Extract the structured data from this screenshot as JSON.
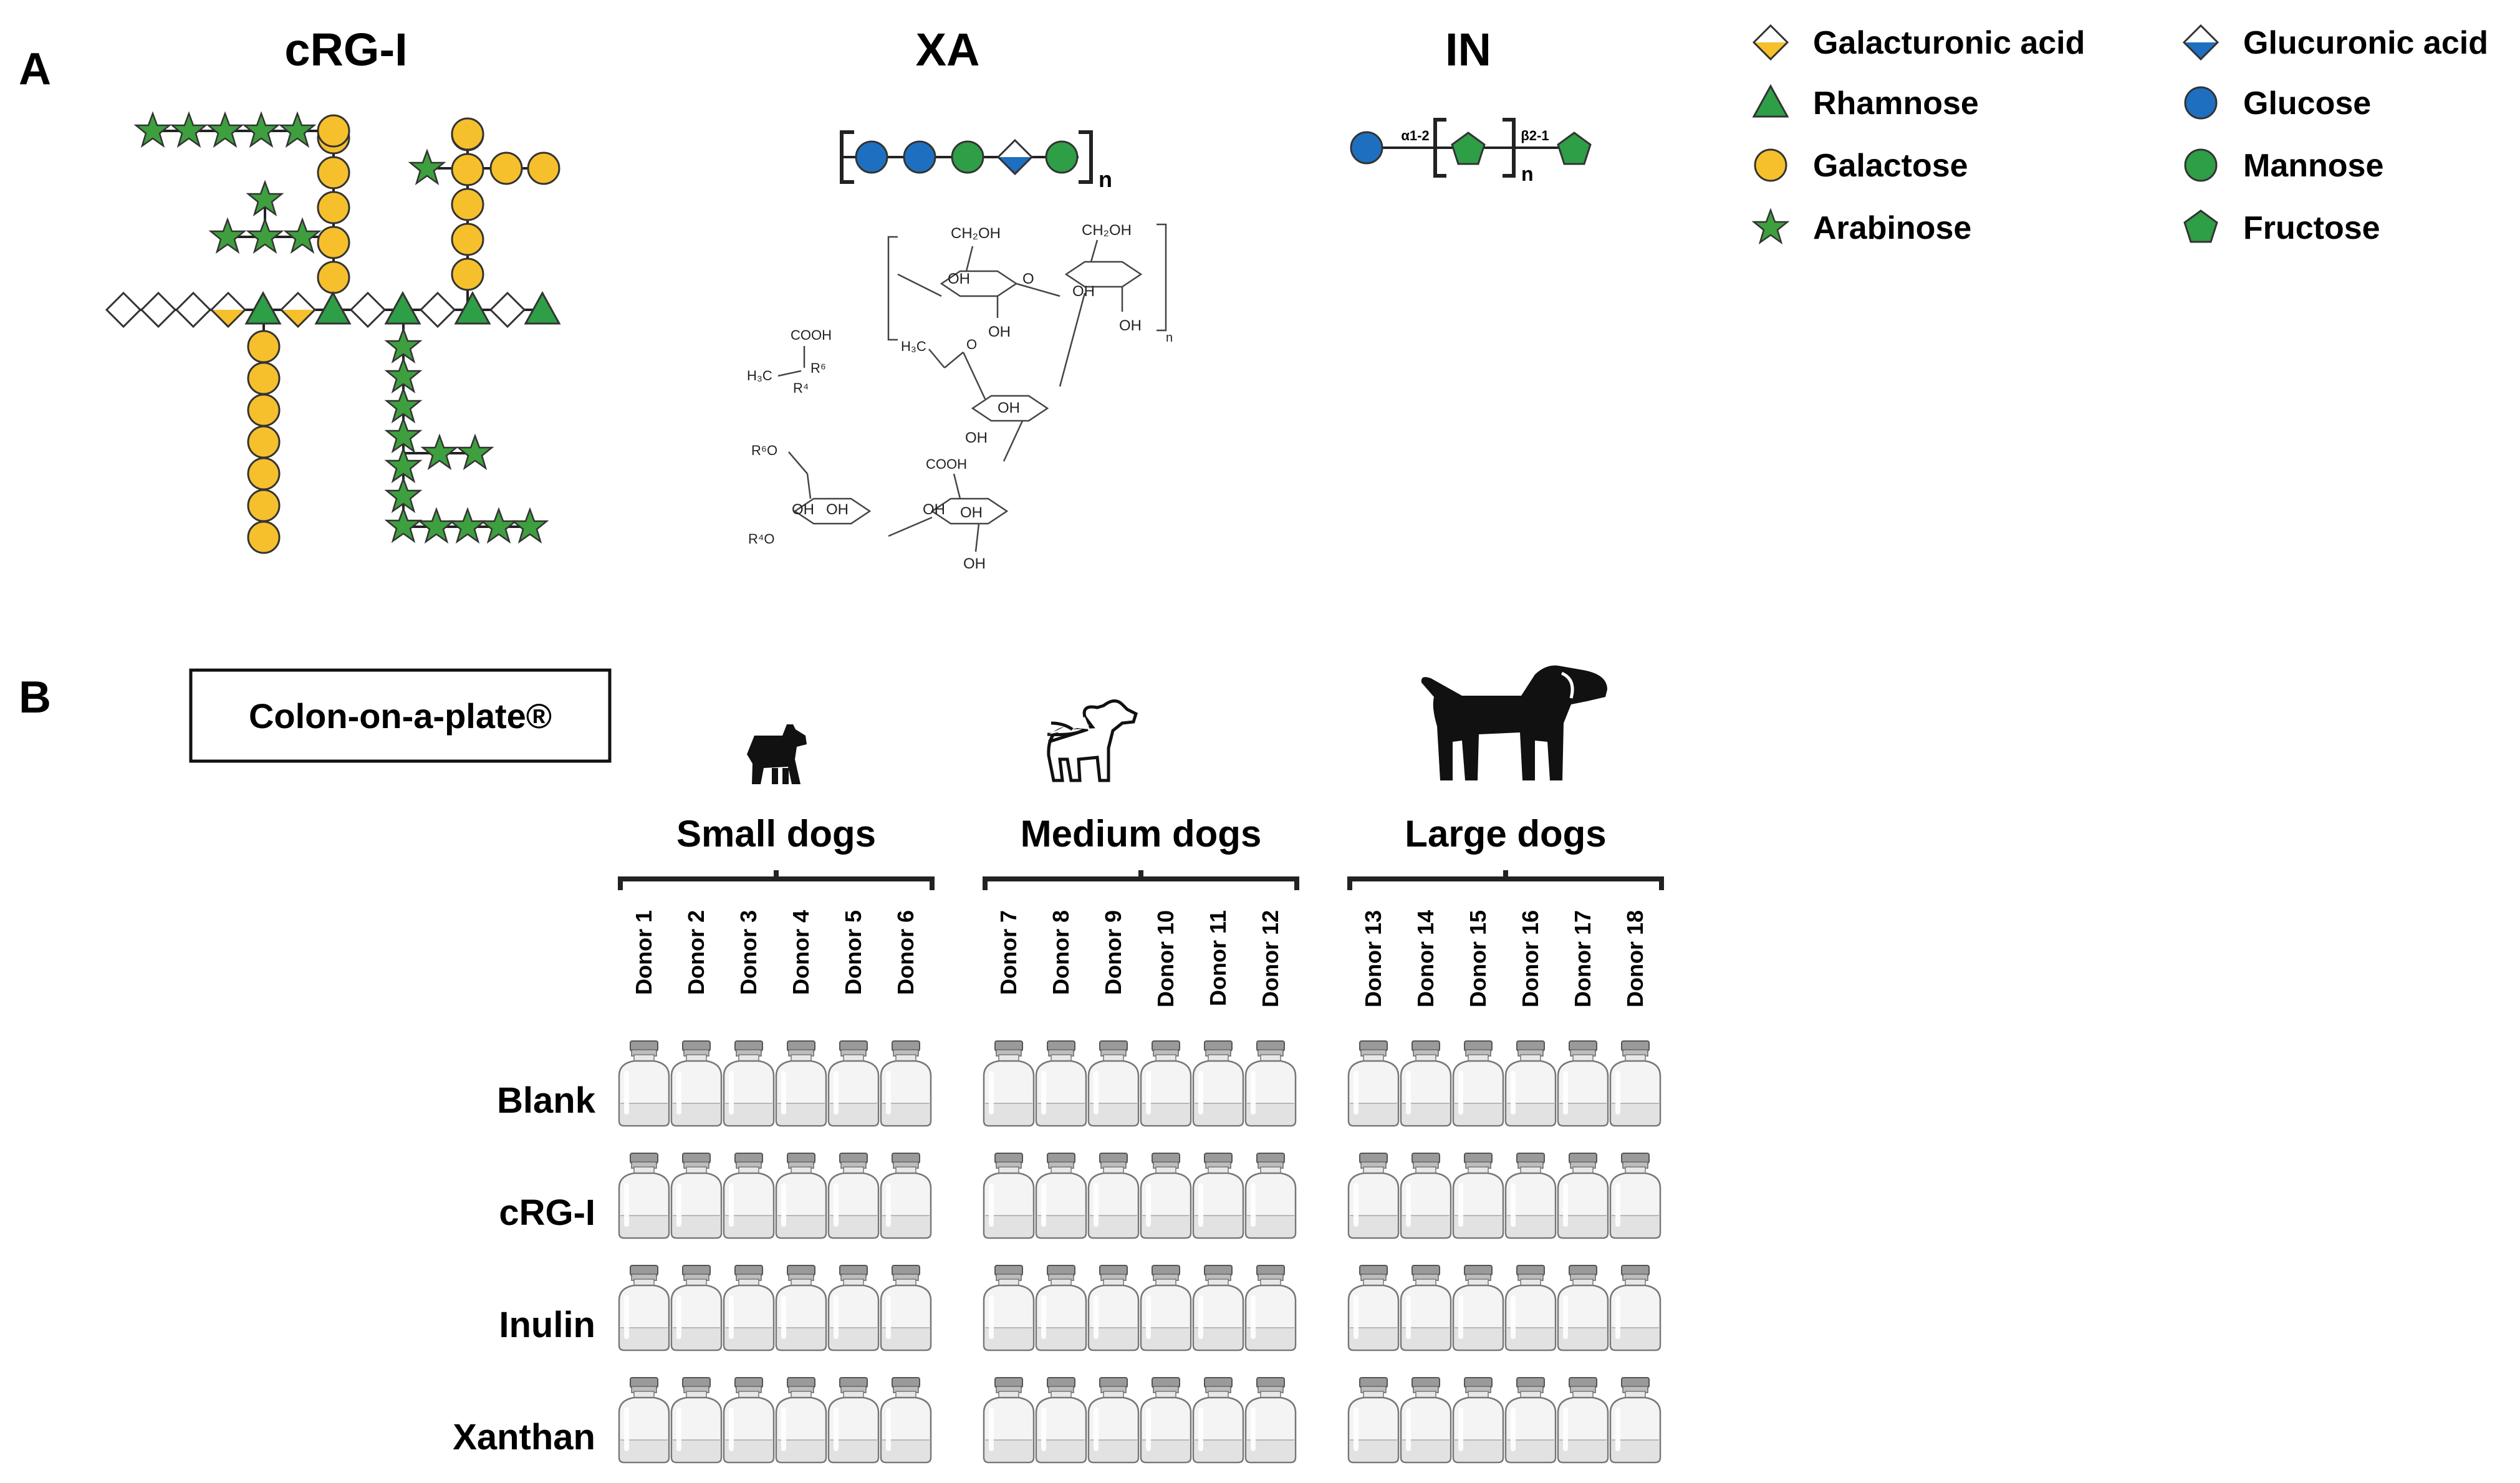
{
  "panels": {
    "a": {
      "letter": "A"
    },
    "b": {
      "letter": "B"
    }
  },
  "structures": {
    "crgi": {
      "title": "cRG-I"
    },
    "xa": {
      "title": "XA",
      "repeat_n": "n"
    },
    "in": {
      "title": "IN",
      "link1": "α1-2",
      "link2": "β2-1",
      "repeat_n": "n"
    }
  },
  "chem_labels": {
    "ch2oh": "CH₂OH",
    "oh": "OH",
    "cooh": "COOH",
    "h3c": "H₃C",
    "r4": "R⁴",
    "r6": "R⁶",
    "r6o": "R⁶O",
    "r4o": "R⁴O",
    "o": "O",
    "n": "n"
  },
  "legend": {
    "items": [
      {
        "label": "Galacturonic acid",
        "symbol": "diamond-yellow-bottom-icon"
      },
      {
        "label": "Glucuronic acid",
        "symbol": "diamond-blue-bottom-icon"
      },
      {
        "label": "Rhamnose",
        "symbol": "triangle-green-icon"
      },
      {
        "label": "Glucose",
        "symbol": "circle-blue-icon"
      },
      {
        "label": "Galactose",
        "symbol": "circle-yellow-icon"
      },
      {
        "label": "Mannose",
        "symbol": "circle-green-icon"
      },
      {
        "label": "Arabinose",
        "symbol": "star-green-icon"
      },
      {
        "label": "Fructose",
        "symbol": "pentagon-green-icon"
      }
    ]
  },
  "colors": {
    "yellow": "#F5C02C",
    "green": "#2E9E47",
    "star_green": "#3E9F3E",
    "blue": "#1E6FBF",
    "outline": "#333333"
  },
  "experiment": {
    "model_label": "Colon-on-a-plate®",
    "groups": [
      {
        "label": "Small dogs",
        "icon": "small-dog-icon",
        "donors": [
          "Donor 1",
          "Donor 2",
          "Donor 3",
          "Donor 4",
          "Donor 5",
          "Donor 6"
        ]
      },
      {
        "label": "Medium dogs",
        "icon": "medium-dog-icon",
        "donors": [
          "Donor 7",
          "Donor 8",
          "Donor 9",
          "Donor 10",
          "Donor 11",
          "Donor 12"
        ]
      },
      {
        "label": "Large dogs",
        "icon": "large-dog-icon",
        "donors": [
          "Donor 13",
          "Donor 14",
          "Donor 15",
          "Donor 16",
          "Donor 17",
          "Donor 18"
        ]
      }
    ],
    "treatments": [
      "Blank",
      "cRG-I",
      "Inulin",
      "Xanthan"
    ],
    "vial_icon": "vial-icon"
  }
}
